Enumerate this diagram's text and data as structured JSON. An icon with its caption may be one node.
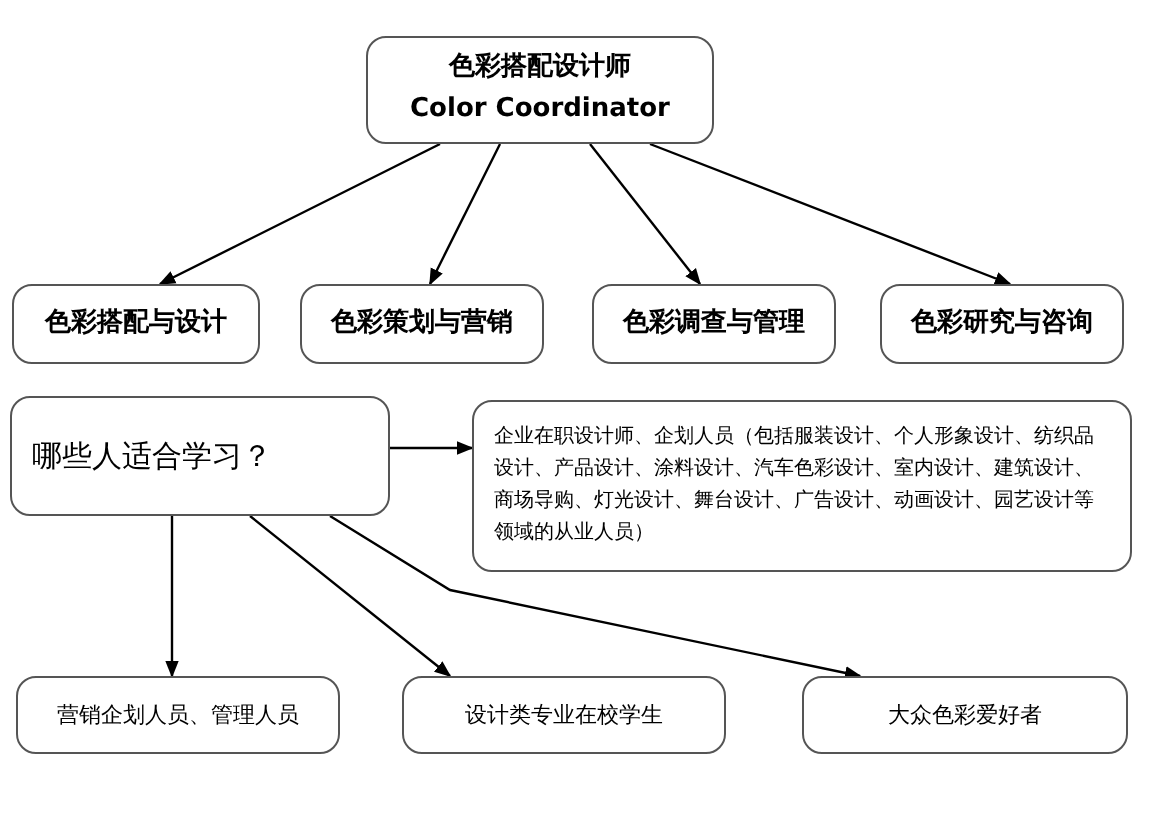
{
  "diagram": {
    "nodes": [
      {
        "text": [
          "色彩搭配设计师",
          "Color Coordinator"
        ]
      },
      {
        "text": [
          "色彩搭配与设计"
        ]
      },
      {
        "text": [
          "色彩策划与营销"
        ]
      },
      {
        "text": [
          "色彩调查与管理"
        ]
      },
      {
        "text": [
          "色彩研究与咨询"
        ]
      },
      {
        "text": [
          "哪些人适合学习？"
        ]
      },
      {
        "text": [
          "企业在职设计师、企划人员（包括服装设计、个人形象设计、纺织品设计、产品设计、涂料设计、汽车色彩设计、室内设计、建筑设计、商场导购、灯光设计、舞台设计、广告设计、动画设计、园艺设计等领域的从业人员）"
        ]
      },
      {
        "text": [
          "营销企划人员、管理人员"
        ]
      },
      {
        "text": [
          "设计类专业在校学生"
        ]
      },
      {
        "text": [
          "大众色彩爱好者"
        ]
      }
    ],
    "edges": [
      {
        "from": 0,
        "to": 1,
        "arrow": "to"
      },
      {
        "from": 0,
        "to": 2,
        "arrow": "to"
      },
      {
        "from": 0,
        "to": 3,
        "arrow": "to"
      },
      {
        "from": 0,
        "to": 4,
        "arrow": "to"
      },
      {
        "from": 5,
        "to": 6,
        "arrow": "to"
      },
      {
        "from": 5,
        "to": 7,
        "arrow": "to"
      },
      {
        "from": 5,
        "to": 8,
        "arrow": "to"
      },
      {
        "from": 5,
        "to": 9,
        "arrow": "to"
      }
    ]
  }
}
